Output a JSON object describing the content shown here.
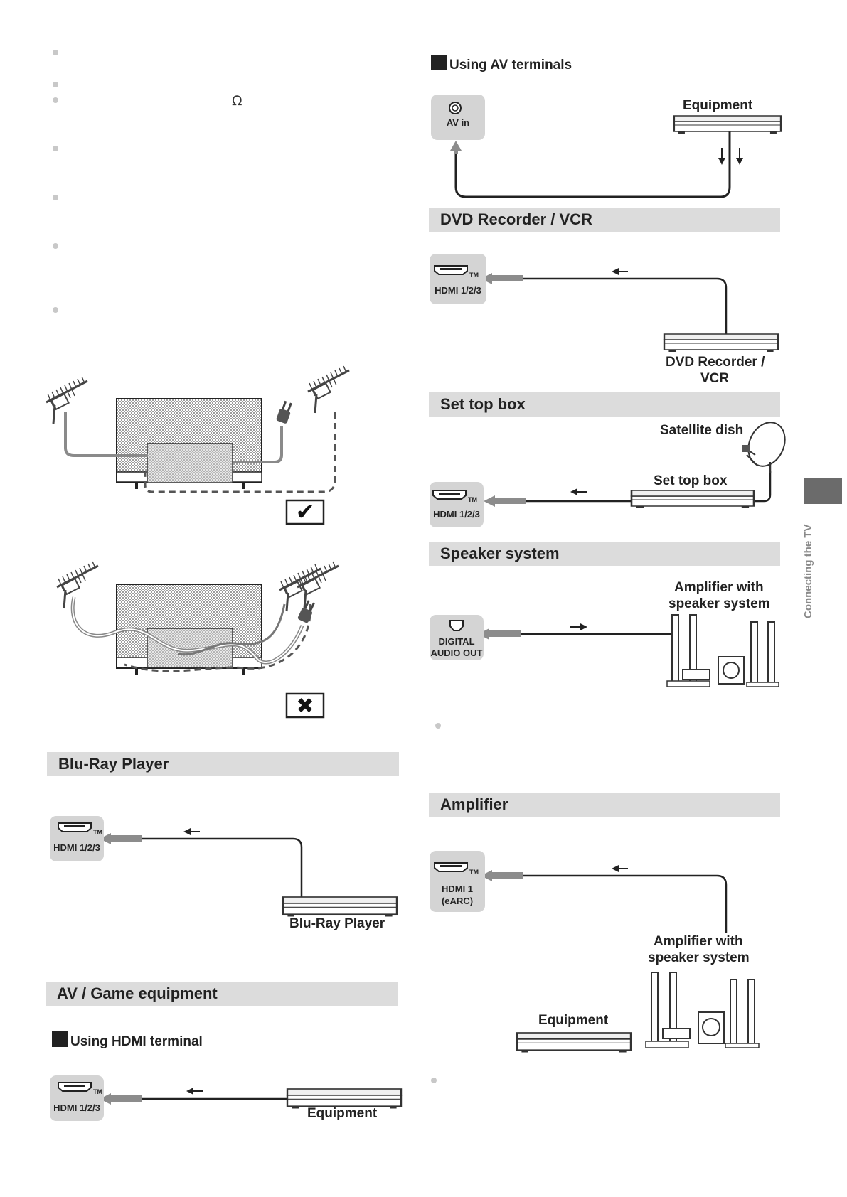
{
  "symbols": {
    "ohm": "Ω",
    "check_mark": "✔",
    "cross_mark": "✖"
  },
  "sections": {
    "dvd": "DVD Recorder / VCR",
    "settop": "Set top box",
    "speaker": "Speaker system",
    "amplifier": "Amplifier",
    "bluray": "Blu-Ray Player",
    "avgame": "AV / Game equipment"
  },
  "subheads": {
    "av_terminals": "Using AV terminals",
    "hdmi_terminal": "Using HDMI terminal"
  },
  "ports": {
    "av_in": "AV in",
    "hdmi_123": "HDMI 1/2/3",
    "hdmi_1": "HDMI 1",
    "earc": "(eARC)",
    "digital_1": "DIGITAL",
    "digital_2": "AUDIO OUT",
    "tm": "TM"
  },
  "labels": {
    "equipment": "Equipment",
    "dvd_line1": "DVD Recorder /",
    "dvd_line2": "VCR",
    "satellite_dish": "Satellite dish",
    "set_top_box": "Set top box",
    "amp_line1": "Amplifier with",
    "amp_line2": "speaker system",
    "bluray_player": "Blu-Ray Player"
  },
  "side_tab": "Connecting the TV",
  "colors": {
    "section_bg": "#dcdcdc",
    "port_bg": "#d4d4d4",
    "arrow_gray": "#8c8c8c",
    "tab": "#6b6b6b"
  }
}
